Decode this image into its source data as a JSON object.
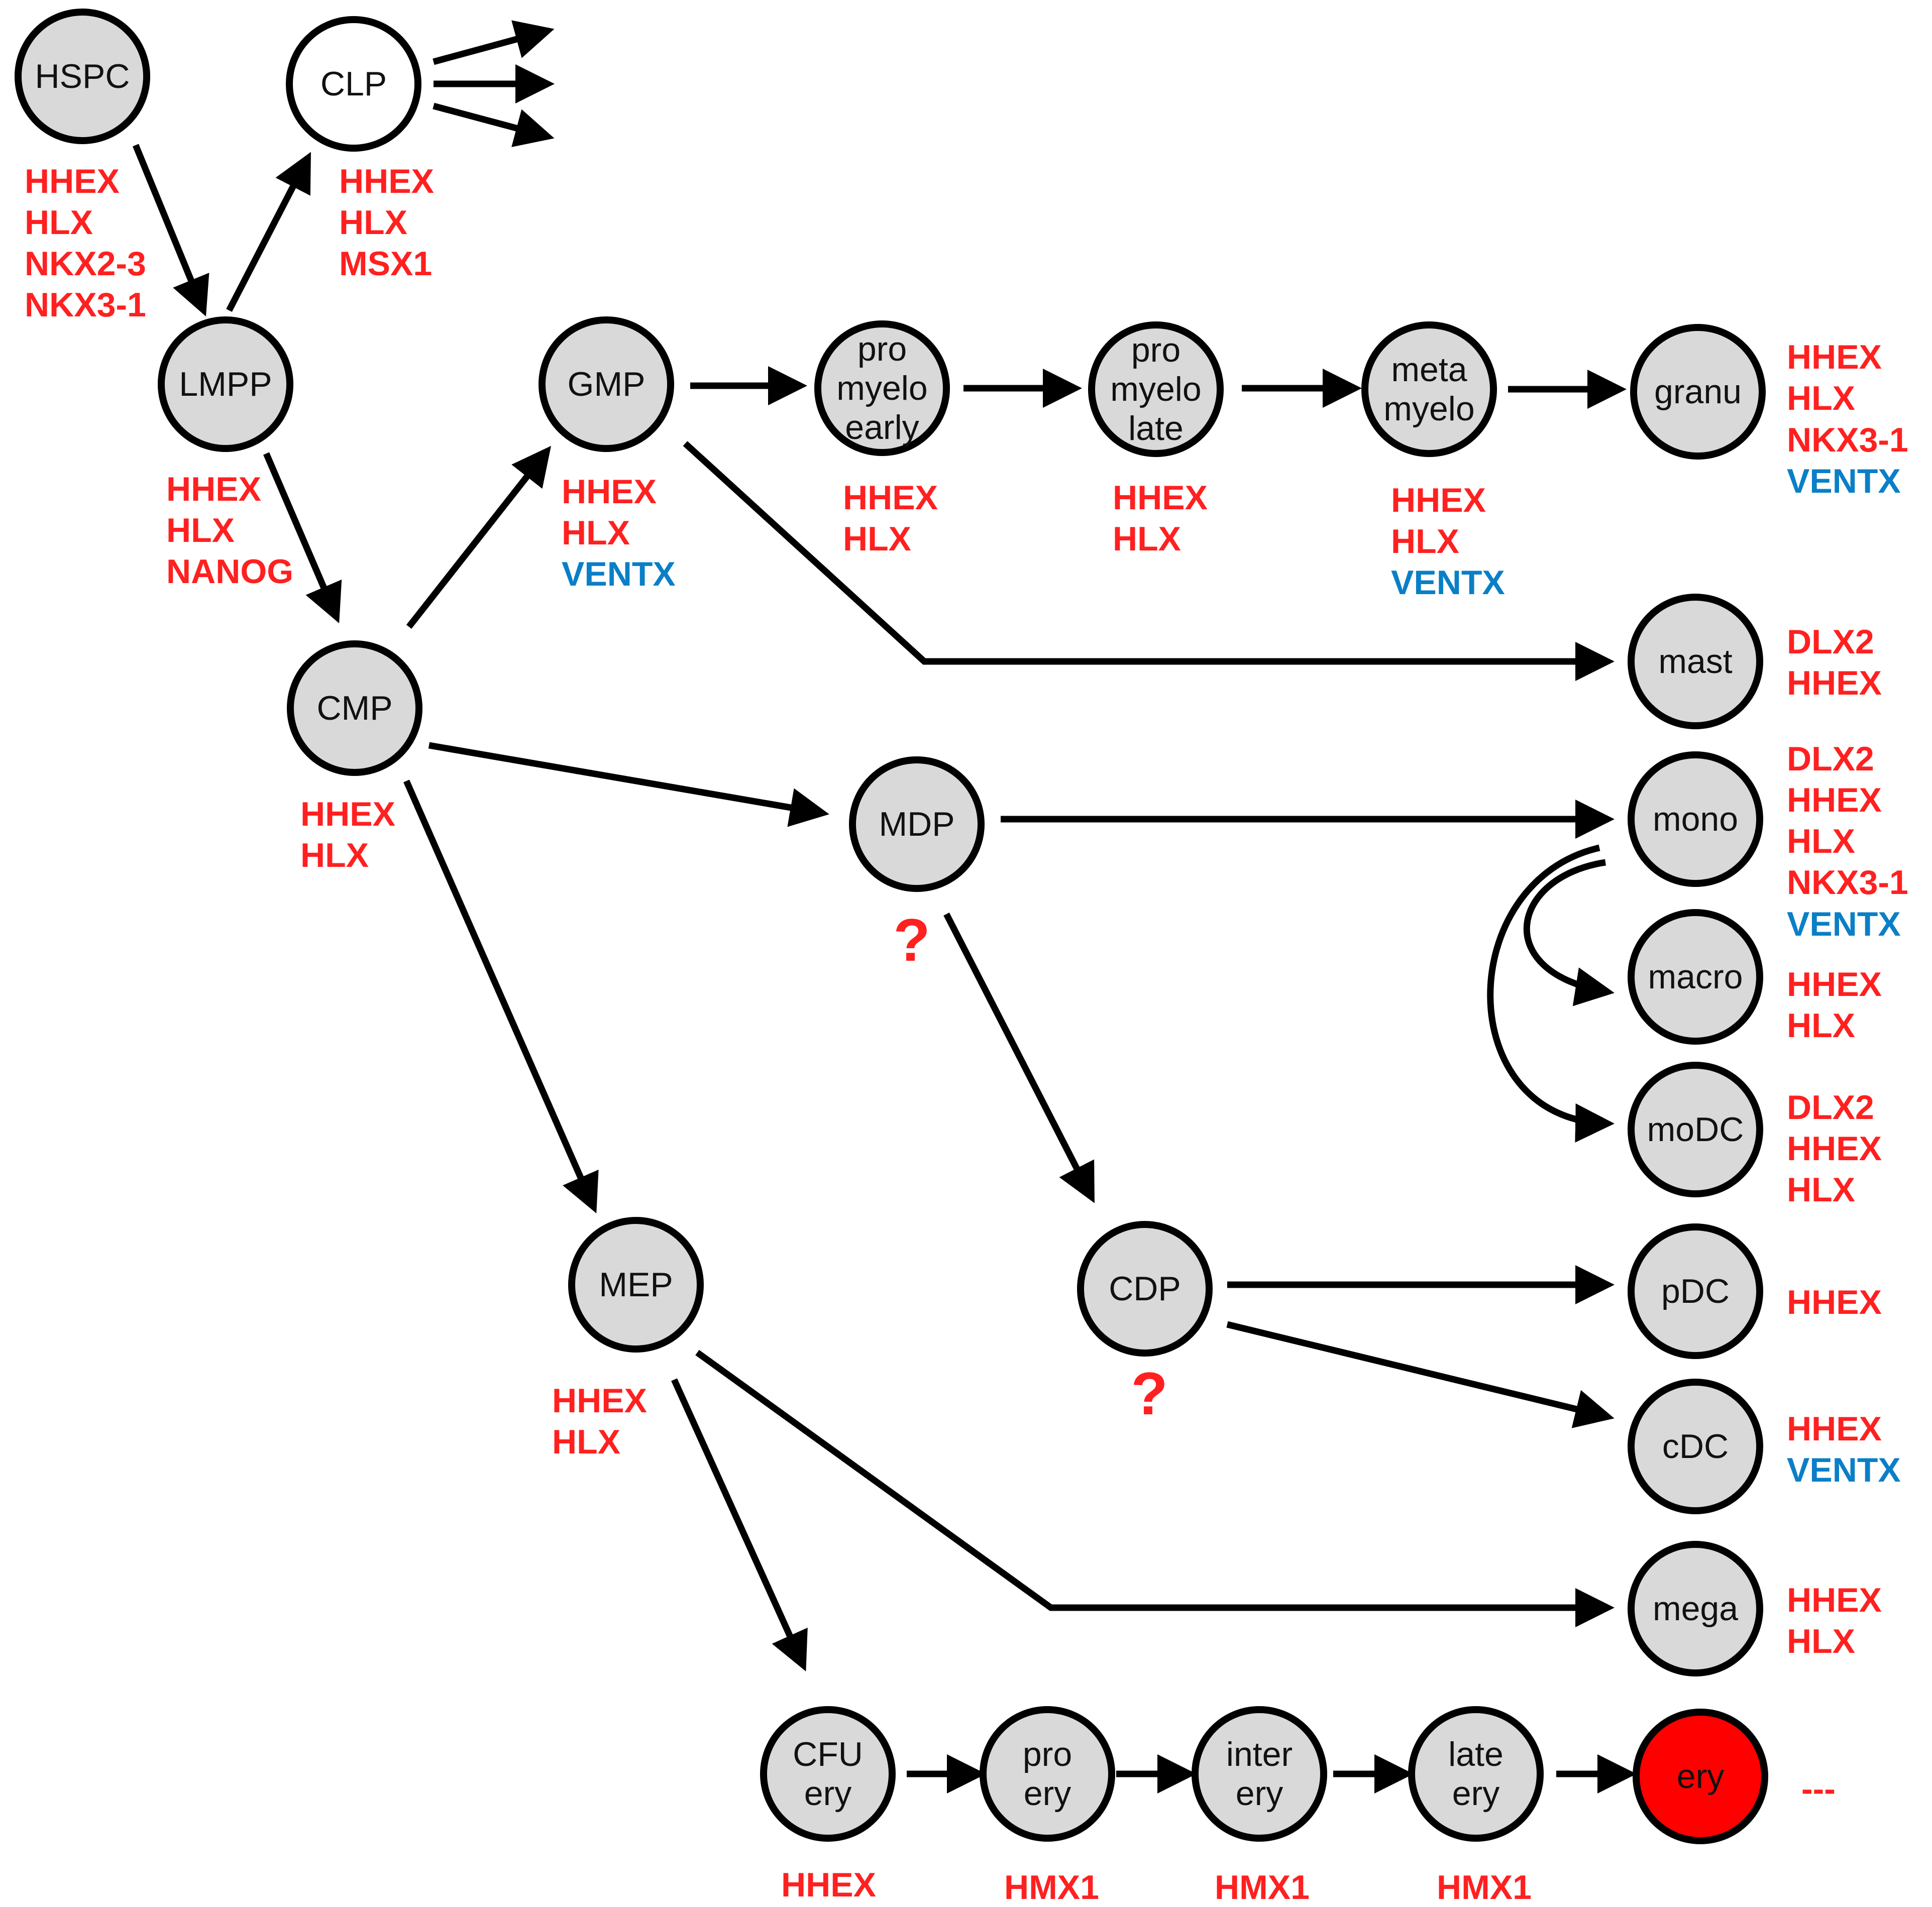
{
  "colors": {
    "node_fill": "#d9d9d9",
    "node_fill_empty": "#ffffff",
    "node_fill_highlight": "#ff0000",
    "gene_red": "#ff2020",
    "gene_blue": "#0a7fc7",
    "edge": "#000000"
  },
  "nodes": [
    {
      "id": "HSPC",
      "lines": [
        "HSPC"
      ],
      "fill": "node_fill"
    },
    {
      "id": "CLP",
      "lines": [
        "CLP"
      ],
      "fill": "node_fill_empty"
    },
    {
      "id": "LMPP",
      "lines": [
        "LMPP"
      ],
      "fill": "node_fill"
    },
    {
      "id": "GMP",
      "lines": [
        "GMP"
      ],
      "fill": "node_fill"
    },
    {
      "id": "PME",
      "lines": [
        "pro",
        "myelo",
        "early"
      ],
      "fill": "node_fill"
    },
    {
      "id": "PML",
      "lines": [
        "pro",
        "myelo",
        "late"
      ],
      "fill": "node_fill"
    },
    {
      "id": "META",
      "lines": [
        "meta",
        "myelo"
      ],
      "fill": "node_fill"
    },
    {
      "id": "GRANU",
      "lines": [
        "granu"
      ],
      "fill": "node_fill"
    },
    {
      "id": "CMP",
      "lines": [
        "CMP"
      ],
      "fill": "node_fill"
    },
    {
      "id": "MAST",
      "lines": [
        "mast"
      ],
      "fill": "node_fill"
    },
    {
      "id": "MDP",
      "lines": [
        "MDP"
      ],
      "fill": "node_fill"
    },
    {
      "id": "MONO",
      "lines": [
        "mono"
      ],
      "fill": "node_fill"
    },
    {
      "id": "MACRO",
      "lines": [
        "macro"
      ],
      "fill": "node_fill"
    },
    {
      "id": "MODC",
      "lines": [
        "moDC"
      ],
      "fill": "node_fill"
    },
    {
      "id": "MEP",
      "lines": [
        "MEP"
      ],
      "fill": "node_fill"
    },
    {
      "id": "CDP",
      "lines": [
        "CDP"
      ],
      "fill": "node_fill"
    },
    {
      "id": "PDC",
      "lines": [
        "pDC"
      ],
      "fill": "node_fill"
    },
    {
      "id": "CDC",
      "lines": [
        "cDC"
      ],
      "fill": "node_fill"
    },
    {
      "id": "MEGA",
      "lines": [
        "mega"
      ],
      "fill": "node_fill"
    },
    {
      "id": "CFU",
      "lines": [
        "CFU",
        "ery"
      ],
      "fill": "node_fill"
    },
    {
      "id": "PROERY",
      "lines": [
        "pro",
        "ery"
      ],
      "fill": "node_fill"
    },
    {
      "id": "INTER",
      "lines": [
        "inter",
        "ery"
      ],
      "fill": "node_fill"
    },
    {
      "id": "LATE",
      "lines": [
        "late",
        "ery"
      ],
      "fill": "node_fill"
    },
    {
      "id": "ERY",
      "lines": [
        "ery"
      ],
      "fill": "node_fill_highlight"
    }
  ],
  "gene_labels": [
    {
      "node": "HSPC",
      "genes": [
        {
          "text": "HHEX",
          "color": "red"
        },
        {
          "text": "HLX",
          "color": "red"
        },
        {
          "text": "NKX2-3",
          "color": "red"
        },
        {
          "text": "NKX3-1",
          "color": "red"
        }
      ]
    },
    {
      "node": "CLP",
      "genes": [
        {
          "text": "HHEX",
          "color": "red"
        },
        {
          "text": "HLX",
          "color": "red"
        },
        {
          "text": "MSX1",
          "color": "red"
        }
      ]
    },
    {
      "node": "LMPP",
      "genes": [
        {
          "text": "HHEX",
          "color": "red"
        },
        {
          "text": "HLX",
          "color": "red"
        },
        {
          "text": "NANOG",
          "color": "red"
        }
      ]
    },
    {
      "node": "GMP",
      "genes": [
        {
          "text": "HHEX",
          "color": "red"
        },
        {
          "text": "HLX",
          "color": "red"
        },
        {
          "text": "VENTX",
          "color": "blue"
        }
      ]
    },
    {
      "node": "PME",
      "genes": [
        {
          "text": "HHEX",
          "color": "red"
        },
        {
          "text": "HLX",
          "color": "red"
        }
      ]
    },
    {
      "node": "PML",
      "genes": [
        {
          "text": "HHEX",
          "color": "red"
        },
        {
          "text": "HLX",
          "color": "red"
        }
      ]
    },
    {
      "node": "META",
      "genes": [
        {
          "text": "HHEX",
          "color": "red"
        },
        {
          "text": "HLX",
          "color": "red"
        },
        {
          "text": "VENTX",
          "color": "blue"
        }
      ]
    },
    {
      "node": "GRANU",
      "genes": [
        {
          "text": "HHEX",
          "color": "red"
        },
        {
          "text": "HLX",
          "color": "red"
        },
        {
          "text": "NKX3-1",
          "color": "red"
        },
        {
          "text": "VENTX",
          "color": "blue"
        }
      ]
    },
    {
      "node": "CMP",
      "genes": [
        {
          "text": "HHEX",
          "color": "red"
        },
        {
          "text": "HLX",
          "color": "red"
        }
      ]
    },
    {
      "node": "MAST",
      "genes": [
        {
          "text": "DLX2",
          "color": "red"
        },
        {
          "text": "HHEX",
          "color": "red"
        }
      ]
    },
    {
      "node": "MONO",
      "genes": [
        {
          "text": "DLX2",
          "color": "red"
        },
        {
          "text": "HHEX",
          "color": "red"
        },
        {
          "text": "HLX",
          "color": "red"
        },
        {
          "text": "NKX3-1",
          "color": "red"
        },
        {
          "text": "VENTX",
          "color": "blue"
        }
      ]
    },
    {
      "node": "MACRO",
      "genes": [
        {
          "text": "HHEX",
          "color": "red"
        },
        {
          "text": "HLX",
          "color": "red"
        }
      ]
    },
    {
      "node": "MODC",
      "genes": [
        {
          "text": "DLX2",
          "color": "red"
        },
        {
          "text": "HHEX",
          "color": "red"
        },
        {
          "text": "HLX",
          "color": "red"
        }
      ]
    },
    {
      "node": "MEP",
      "genes": [
        {
          "text": "HHEX",
          "color": "red"
        },
        {
          "text": "HLX",
          "color": "red"
        }
      ]
    },
    {
      "node": "PDC",
      "genes": [
        {
          "text": "HHEX",
          "color": "red"
        }
      ]
    },
    {
      "node": "CDC",
      "genes": [
        {
          "text": "HHEX",
          "color": "red"
        },
        {
          "text": "VENTX",
          "color": "blue"
        }
      ]
    },
    {
      "node": "MEGA",
      "genes": [
        {
          "text": "HHEX",
          "color": "red"
        },
        {
          "text": "HLX",
          "color": "red"
        }
      ]
    },
    {
      "node": "CFU",
      "genes": [
        {
          "text": "HHEX",
          "color": "red"
        }
      ]
    },
    {
      "node": "PROERY",
      "genes": [
        {
          "text": "HMX1",
          "color": "red"
        }
      ]
    },
    {
      "node": "INTER",
      "genes": [
        {
          "text": "HMX1",
          "color": "red"
        }
      ]
    },
    {
      "node": "LATE",
      "genes": [
        {
          "text": "HMX1",
          "color": "red"
        }
      ]
    },
    {
      "node": "ERY",
      "genes": [
        {
          "text": "---",
          "color": "red"
        }
      ]
    }
  ],
  "question_marks": [
    {
      "node": "MDP",
      "text": "?",
      "color": "red"
    },
    {
      "node": "CDP",
      "text": "?",
      "color": "red"
    }
  ],
  "edges": [
    {
      "from": "HSPC",
      "to": "LMPP"
    },
    {
      "from": "LMPP",
      "to": "CLP"
    },
    {
      "from": "CLP",
      "to": "(out-1)"
    },
    {
      "from": "CLP",
      "to": "(out-2)"
    },
    {
      "from": "CLP",
      "to": "(out-3)"
    },
    {
      "from": "LMPP",
      "to": "CMP"
    },
    {
      "from": "CMP",
      "to": "GMP"
    },
    {
      "from": "GMP",
      "to": "PME"
    },
    {
      "from": "PME",
      "to": "PML"
    },
    {
      "from": "PML",
      "to": "META"
    },
    {
      "from": "META",
      "to": "GRANU"
    },
    {
      "from": "GMP",
      "to": "MAST"
    },
    {
      "from": "CMP",
      "to": "MDP"
    },
    {
      "from": "MDP",
      "to": "MONO"
    },
    {
      "from": "MONO",
      "to": "MACRO"
    },
    {
      "from": "MONO",
      "to": "MODC"
    },
    {
      "from": "MDP",
      "to": "CDP"
    },
    {
      "from": "CMP",
      "to": "MEP"
    },
    {
      "from": "CDP",
      "to": "PDC"
    },
    {
      "from": "CDP",
      "to": "CDC"
    },
    {
      "from": "MEP",
      "to": "MEGA"
    },
    {
      "from": "MEP",
      "to": "CFU"
    },
    {
      "from": "CFU",
      "to": "PROERY"
    },
    {
      "from": "PROERY",
      "to": "INTER"
    },
    {
      "from": "INTER",
      "to": "LATE"
    },
    {
      "from": "LATE",
      "to": "ERY"
    }
  ]
}
